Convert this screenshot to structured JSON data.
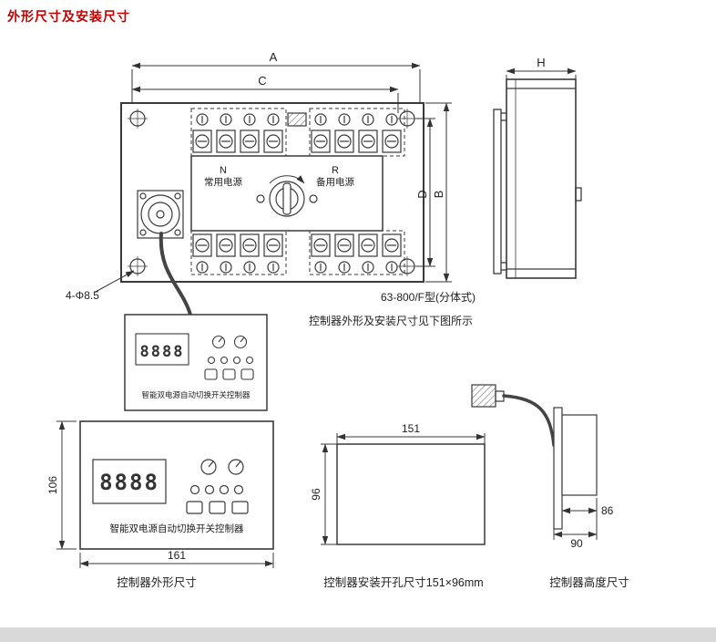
{
  "page": {
    "title": "外形尺寸及安装尺寸"
  },
  "main": {
    "dim_a": "A",
    "dim_c": "C",
    "dim_b": "B",
    "dim_d": "D",
    "n": "N",
    "n_label": "常用电源",
    "r": "R",
    "r_label": "备用电源",
    "holes_label": "4-Φ8.5",
    "model": "63-800/F型(分体式)",
    "note": "控制器外形及安装尺寸见下图所示"
  },
  "side": {
    "dim_h": "H"
  },
  "panel_small": {
    "display": "8888",
    "label": "智能双电源自动切换开关控制器"
  },
  "panel_outline": {
    "display": "8888",
    "label": "智能双电源自动切换开关控制器",
    "dim_height": "106",
    "dim_width": "161",
    "caption": "控制器外形尺寸"
  },
  "cutout": {
    "dim_width": "151",
    "dim_height": "96",
    "caption": "控制器安装开孔尺寸151×96mm"
  },
  "height_view": {
    "dim_body": "86",
    "dim_total": "90",
    "caption": "控制器高度尺寸"
  }
}
